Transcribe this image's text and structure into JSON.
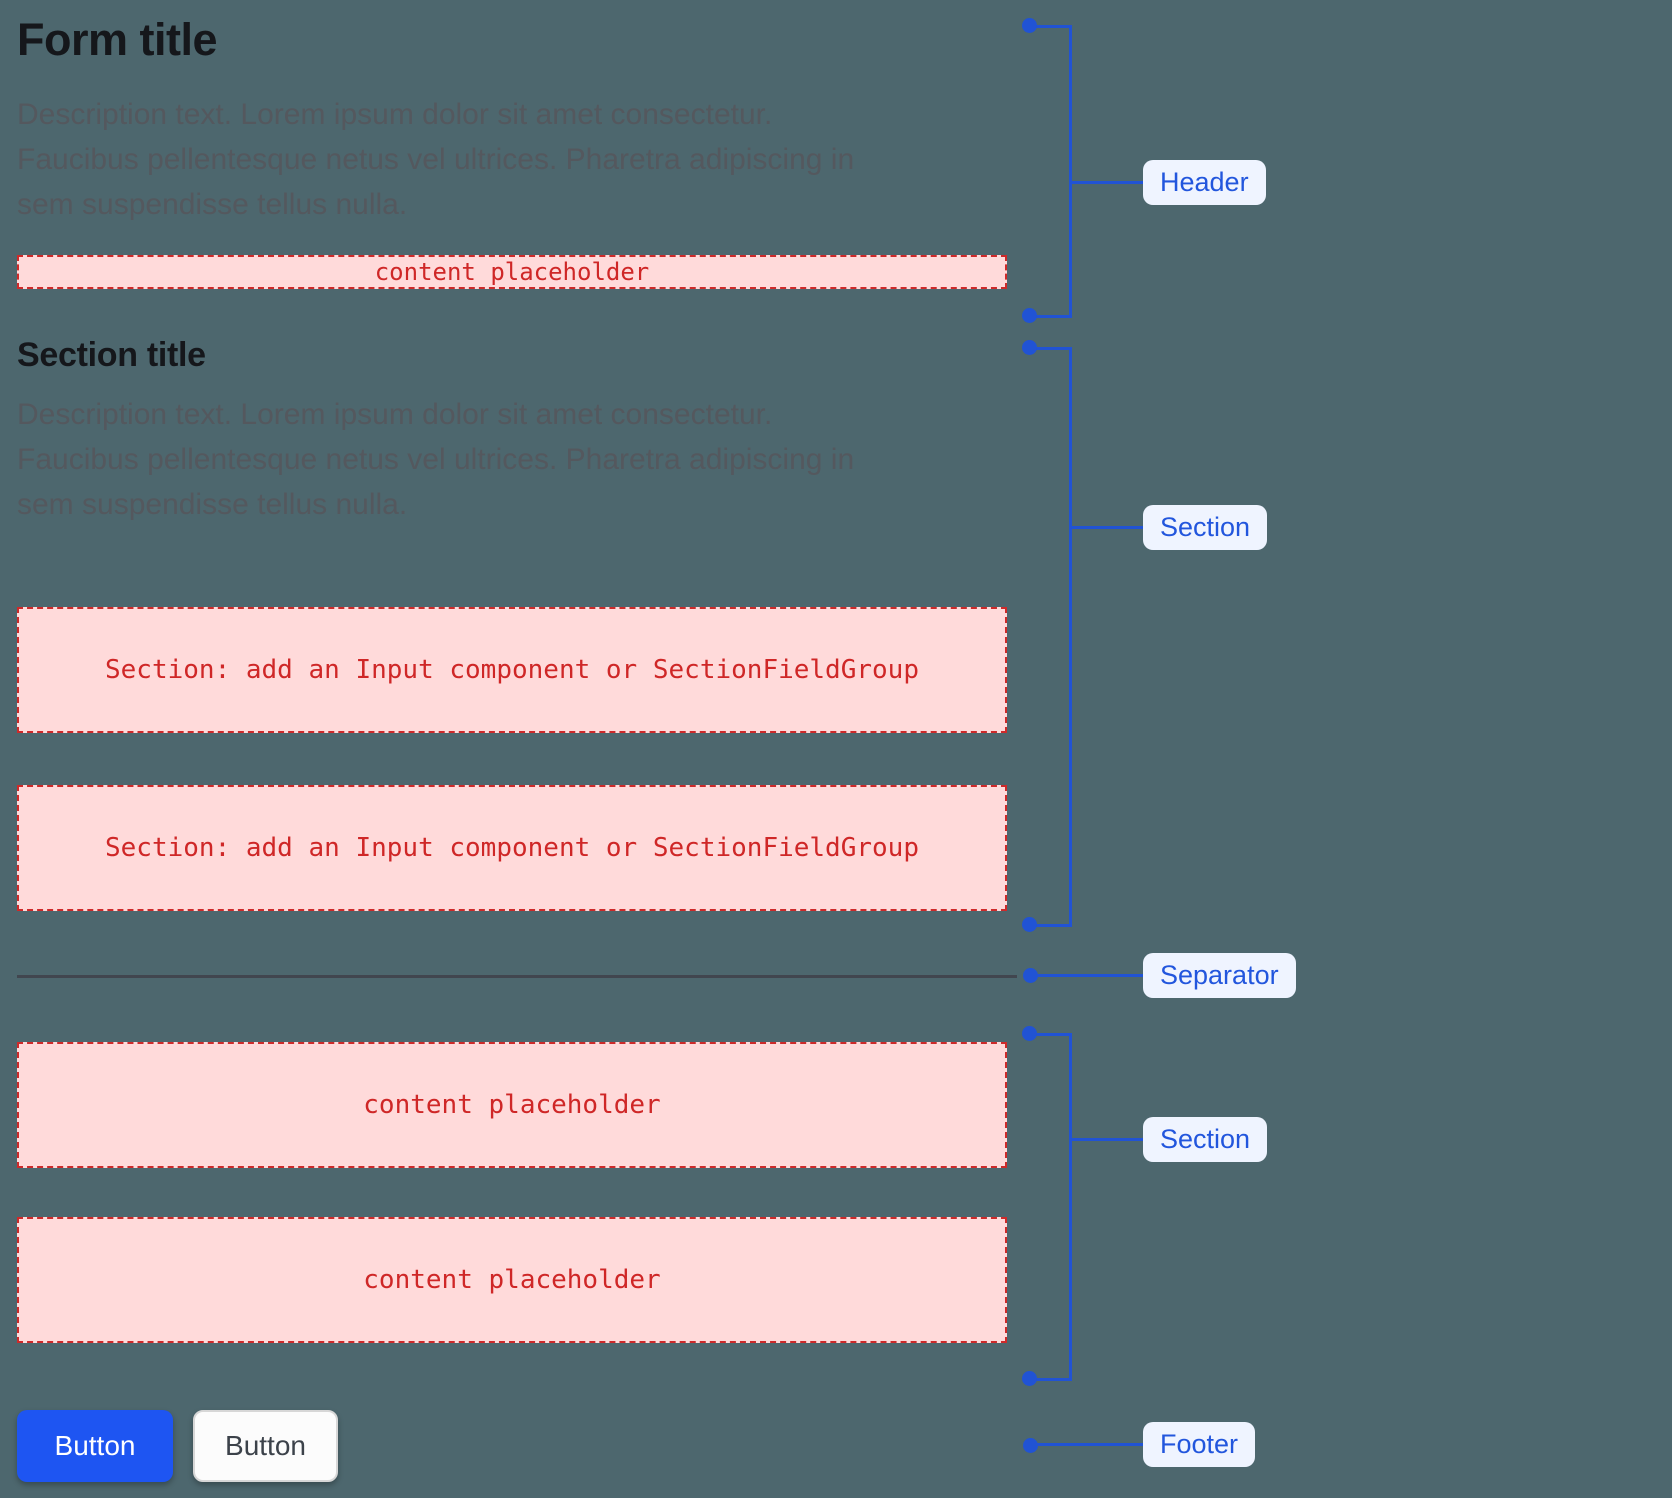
{
  "header": {
    "title": "Form title",
    "description_lines": [
      "Description text. Lorem ipsum dolor sit amet consectetur.",
      "Faucibus pellentesque netus vel ultrices. Pharetra adipiscing in",
      "sem suspendisse tellus nulla."
    ],
    "placeholder": "content placeholder"
  },
  "section1": {
    "title": "Section title",
    "description_lines": [
      "Description text. Lorem ipsum dolor sit amet consectetur.",
      "Faucibus pellentesque netus vel ultrices. Pharetra adipiscing in",
      "sem suspendisse tellus nulla."
    ],
    "boxes": [
      "Section: add an Input component or SectionFieldGroup",
      "Section: add an Input component or SectionFieldGroup"
    ]
  },
  "section2": {
    "boxes": [
      "content placeholder",
      "content placeholder"
    ]
  },
  "footer": {
    "buttons": [
      {
        "label": "Button",
        "variant": "primary"
      },
      {
        "label": "Button",
        "variant": "secondary"
      }
    ]
  },
  "annotations": [
    {
      "label": "Header"
    },
    {
      "label": "Section"
    },
    {
      "label": "Separator"
    },
    {
      "label": "Section"
    },
    {
      "label": "Footer"
    }
  ],
  "colors": {
    "canvas_background": "#4D676E",
    "title_text": "#15171B",
    "description_text": "#54585E",
    "placeholder_background": "#FFDADA",
    "placeholder_border": "#CE2A2A",
    "placeholder_text": "#CF2727",
    "separator": "#41464F",
    "annotation_blue": "#2153D4",
    "annotation_pill_background": "#EFF4FF",
    "annotation_pill_text": "#2256DD",
    "primary_button_background": "#1E55F2",
    "primary_button_text": "#FFFFFF",
    "secondary_button_background": "#FCFCFC",
    "secondary_button_border": "#D7D7D7",
    "secondary_button_text": "#3C424A"
  }
}
